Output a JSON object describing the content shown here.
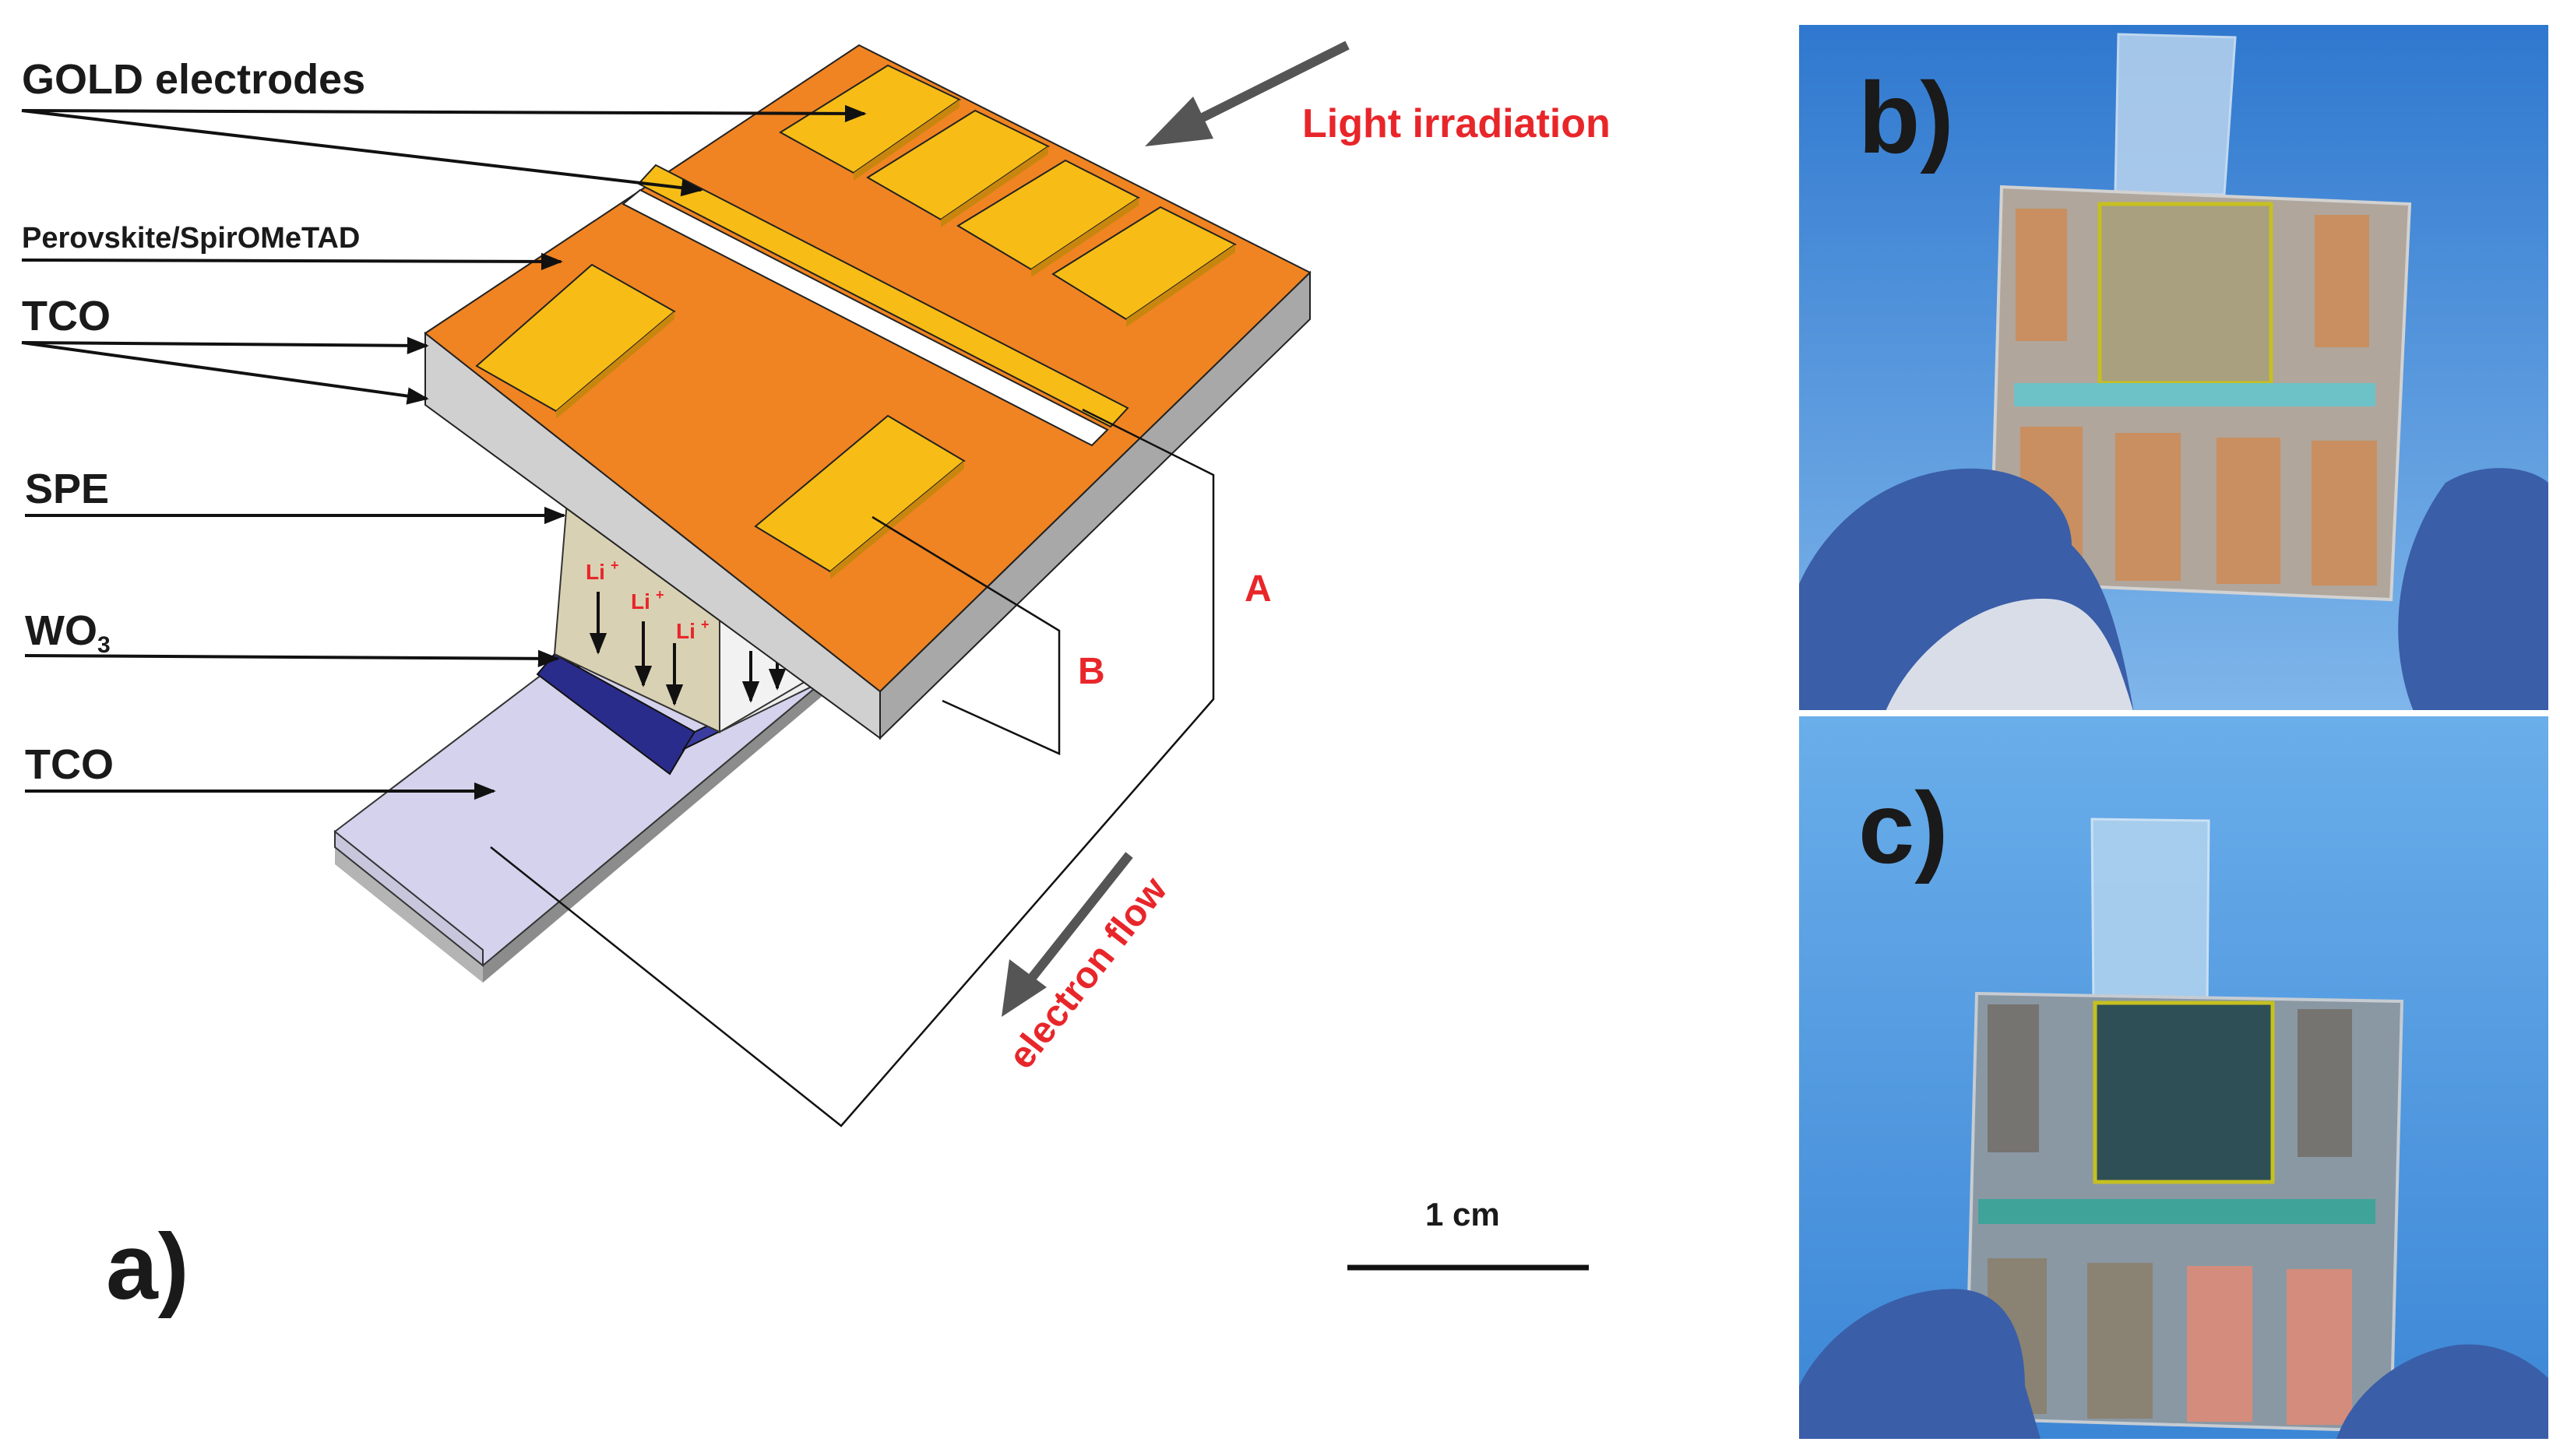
{
  "panel_a": {
    "labels": {
      "gold_electrodes": "GOLD electrodes",
      "perovskite": "Perovskite/SpirOMeTAD",
      "tco_top": "TCO",
      "spe": "SPE",
      "wo3_main": "WO",
      "wo3_sub": "3",
      "tco_bottom": "TCO"
    },
    "annotations": {
      "light": "Light irradiation",
      "electron_flow": "electron flow",
      "circuit_a": "A",
      "circuit_b": "B",
      "li_ion": "Li",
      "li_sup": "+"
    },
    "scale_bar": "1 cm",
    "panel_label": "a)"
  },
  "panel_b": {
    "panel_label": "b)"
  },
  "panel_c": {
    "panel_label": "c)"
  },
  "colors": {
    "orange": "#f08422",
    "gold": "#f7bd16",
    "gray_side": "#cfcfcf",
    "spe": "#d9d1b3",
    "wo3": "#2a2c8c",
    "tco_bottom": "#d4d2ec",
    "red_text": "#e8262a",
    "sky": "#5aa0e0",
    "glove": "#3a5ea8"
  }
}
